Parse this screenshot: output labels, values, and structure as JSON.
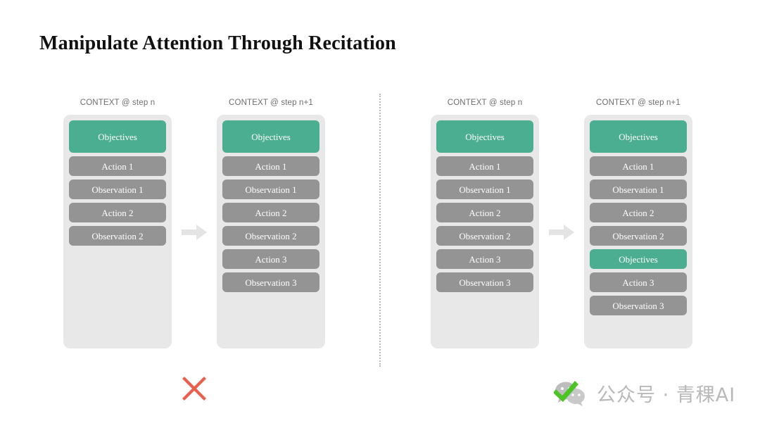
{
  "slide": {
    "title": "Manipulate Attention Through Recitation",
    "background_color": "#ffffff"
  },
  "colors": {
    "objective_teal": "#4cae90",
    "step_gray": "#949494",
    "panel_gray": "#e8e8e8",
    "arrow_gray": "#e4e4e4",
    "cross_red": "#e8604c",
    "check_green": "#4cc426",
    "header_text": "#6d6d6d",
    "watermark_gray": "#b9b9b9"
  },
  "groups": [
    {
      "id": "without-recitation",
      "verdict": "cross",
      "columns": [
        {
          "header": "CONTEXT @ step n",
          "blocks": [
            {
              "label": "Objectives",
              "kind": "objective"
            },
            {
              "label": "Action 1",
              "kind": "step"
            },
            {
              "label": "Observation 1",
              "kind": "step"
            },
            {
              "label": "Action 2",
              "kind": "step"
            },
            {
              "label": "Observation 2",
              "kind": "step"
            }
          ]
        },
        {
          "header": "CONTEXT @ step n+1",
          "blocks": [
            {
              "label": "Objectives",
              "kind": "objective"
            },
            {
              "label": "Action 1",
              "kind": "step"
            },
            {
              "label": "Observation 1",
              "kind": "step"
            },
            {
              "label": "Action 2",
              "kind": "step"
            },
            {
              "label": "Observation 2",
              "kind": "step"
            },
            {
              "label": "Action 3",
              "kind": "step"
            },
            {
              "label": "Observation 3",
              "kind": "step"
            }
          ]
        }
      ]
    },
    {
      "id": "with-recitation",
      "verdict": "check",
      "columns": [
        {
          "header": "CONTEXT @ step n",
          "blocks": [
            {
              "label": "Objectives",
              "kind": "objective"
            },
            {
              "label": "Action 1",
              "kind": "step"
            },
            {
              "label": "Observation 1",
              "kind": "step"
            },
            {
              "label": "Action 2",
              "kind": "step"
            },
            {
              "label": "Observation 2",
              "kind": "step"
            },
            {
              "label": "Action 3",
              "kind": "step"
            },
            {
              "label": "Observation 3",
              "kind": "step"
            }
          ]
        },
        {
          "header": "CONTEXT @ step n+1",
          "blocks": [
            {
              "label": "Objectives",
              "kind": "objective"
            },
            {
              "label": "Action 1",
              "kind": "step"
            },
            {
              "label": "Observation 1",
              "kind": "step"
            },
            {
              "label": "Action 2",
              "kind": "step"
            },
            {
              "label": "Observation 2",
              "kind": "step"
            },
            {
              "label": "Objectives",
              "kind": "objective-inline"
            },
            {
              "label": "Action 3",
              "kind": "step"
            },
            {
              "label": "Observation 3",
              "kind": "step"
            }
          ]
        }
      ]
    }
  ],
  "watermark": {
    "text": "公众号 · 青稞AI",
    "icon": "wechat-icon",
    "badge": "green-check-icon"
  }
}
